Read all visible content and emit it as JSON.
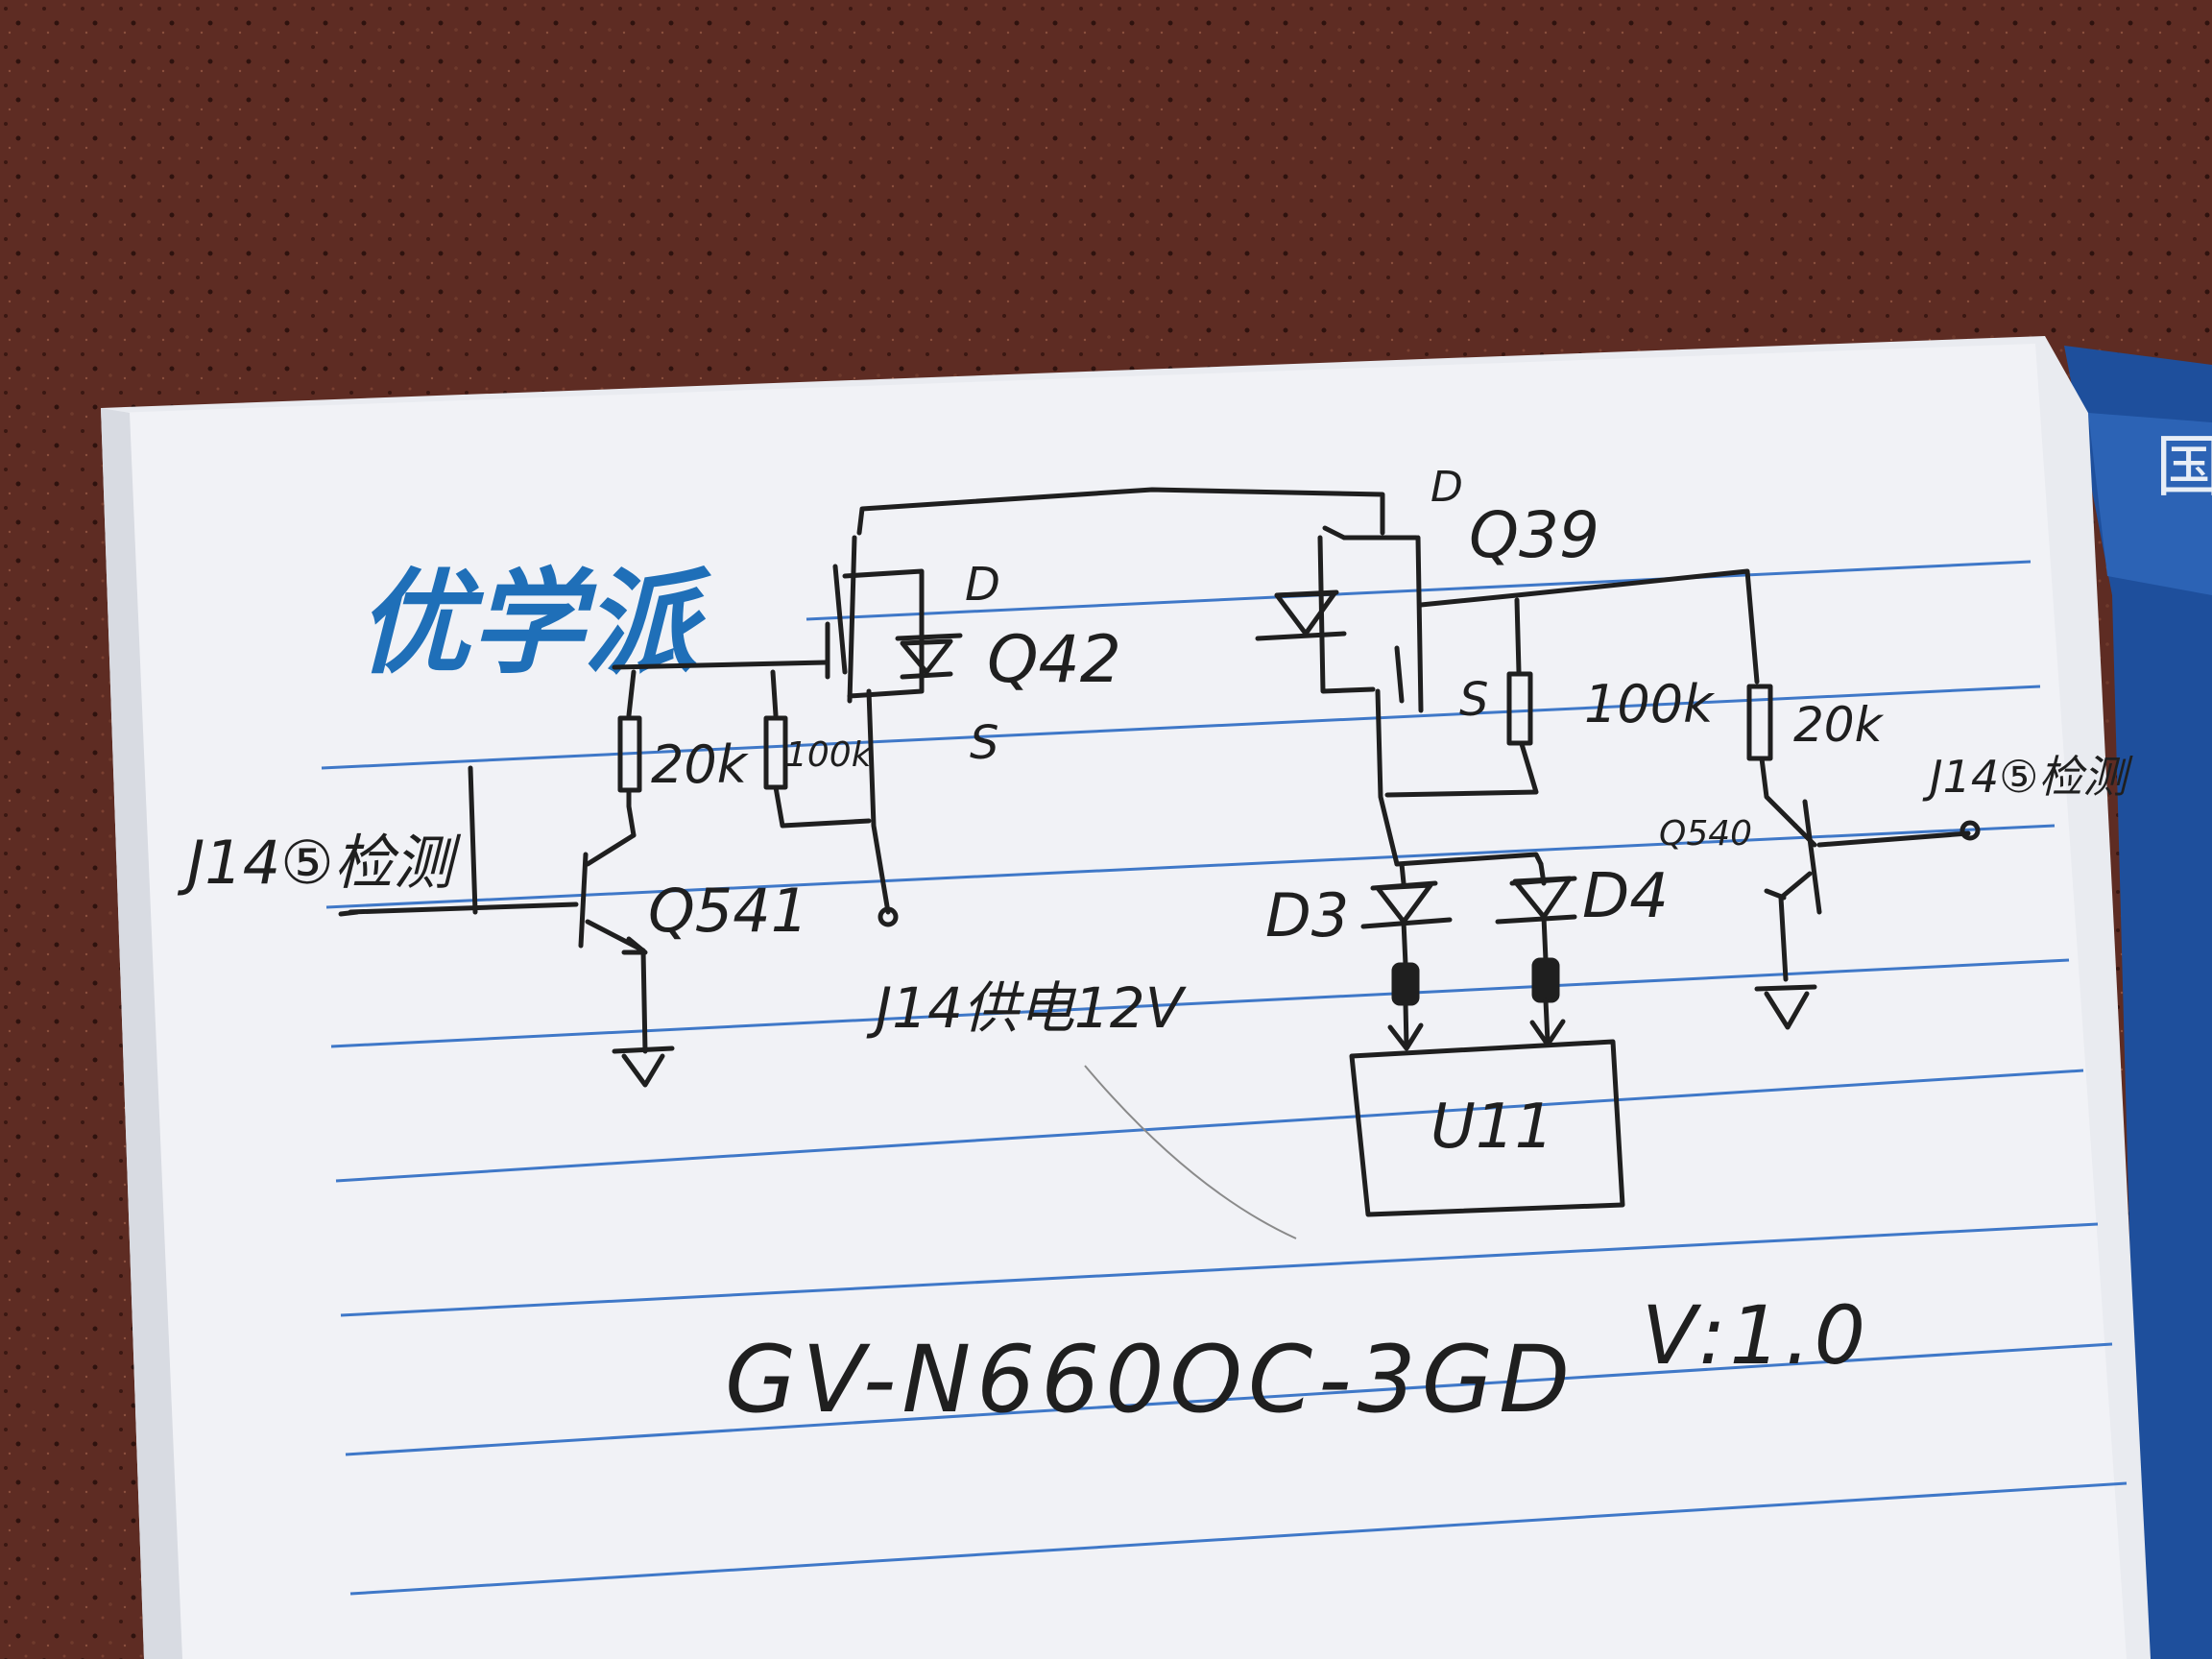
{
  "notebook": {
    "brand": "优学派",
    "cover_char": "国"
  },
  "schematic": {
    "labels": {
      "q42": "Q42",
      "q42_d": "D",
      "q42_s": "S",
      "q39": "Q39",
      "q39_d": "D",
      "q39_s": "S",
      "q541": "Q541",
      "q540": "Q540",
      "r_20k_left": "20k",
      "r_100k_left": "100k",
      "r_100k_right": "100k",
      "r_20k_right": "20k",
      "d3": "D3",
      "d4": "D4",
      "u11": "U11",
      "j14_detect_left": "J14⑤检测",
      "j14_detect_right": "J14⑤检测",
      "j14_supply": "J14供电12V"
    },
    "footer": {
      "model": "GV-N660OC-3GD",
      "version": "V:1.0"
    }
  },
  "colors": {
    "desk": "#5a2a22",
    "paper": "#eef0f4",
    "ruling": "#3f78c8",
    "ink": "#1f1f1f",
    "brand": "#1f6fb8",
    "cover": "#1e4f9c"
  }
}
